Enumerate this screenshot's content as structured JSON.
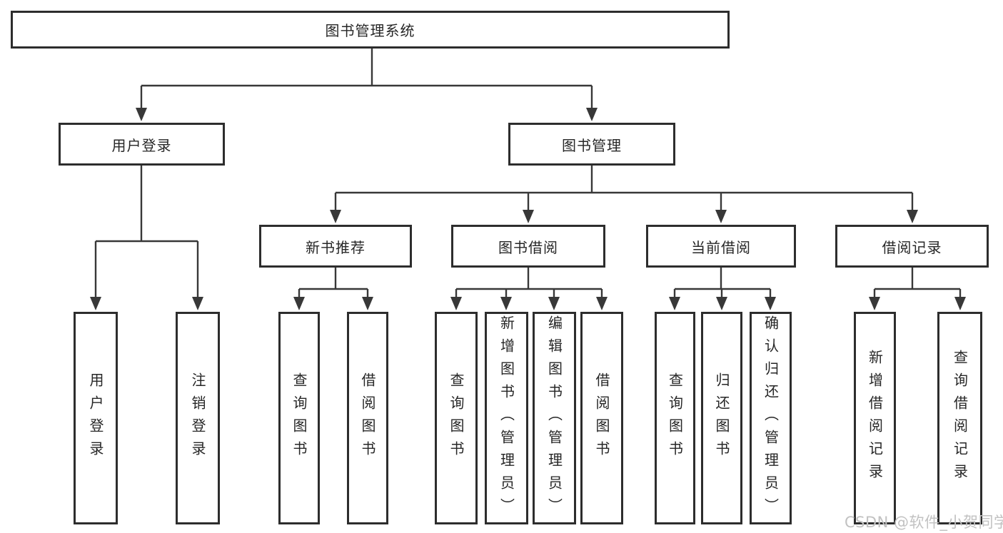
{
  "diagram": {
    "root": {
      "label": "图书管理系统"
    },
    "branches": [
      {
        "label": "用户登录",
        "children": [
          {
            "label": "用户登录"
          },
          {
            "label": "注销登录"
          }
        ]
      },
      {
        "label": "图书管理",
        "children": [
          {
            "label": "新书推荐",
            "children": [
              {
                "label": "查询图书"
              },
              {
                "label": "借阅图书"
              }
            ]
          },
          {
            "label": "图书借阅",
            "children": [
              {
                "label": "查询图书"
              },
              {
                "label": "新增图书（管理员）"
              },
              {
                "label": "编辑图书（管理员）"
              },
              {
                "label": "借阅图书"
              }
            ]
          },
          {
            "label": "当前借阅",
            "children": [
              {
                "label": "查询图书"
              },
              {
                "label": "归还图书"
              },
              {
                "label": "确认归还（管理员）"
              }
            ]
          },
          {
            "label": "借阅记录",
            "children": [
              {
                "label": "新增借阅记录"
              },
              {
                "label": "查询借阅记录"
              }
            ]
          }
        ]
      }
    ]
  },
  "watermark": {
    "text": "CSDN @软件_小贺同学"
  },
  "colors": {
    "background": "#ffffff",
    "box_border": "#2d2d2d",
    "connector": "#383838",
    "text": "#262626",
    "watermark": "#c2c2c2"
  }
}
